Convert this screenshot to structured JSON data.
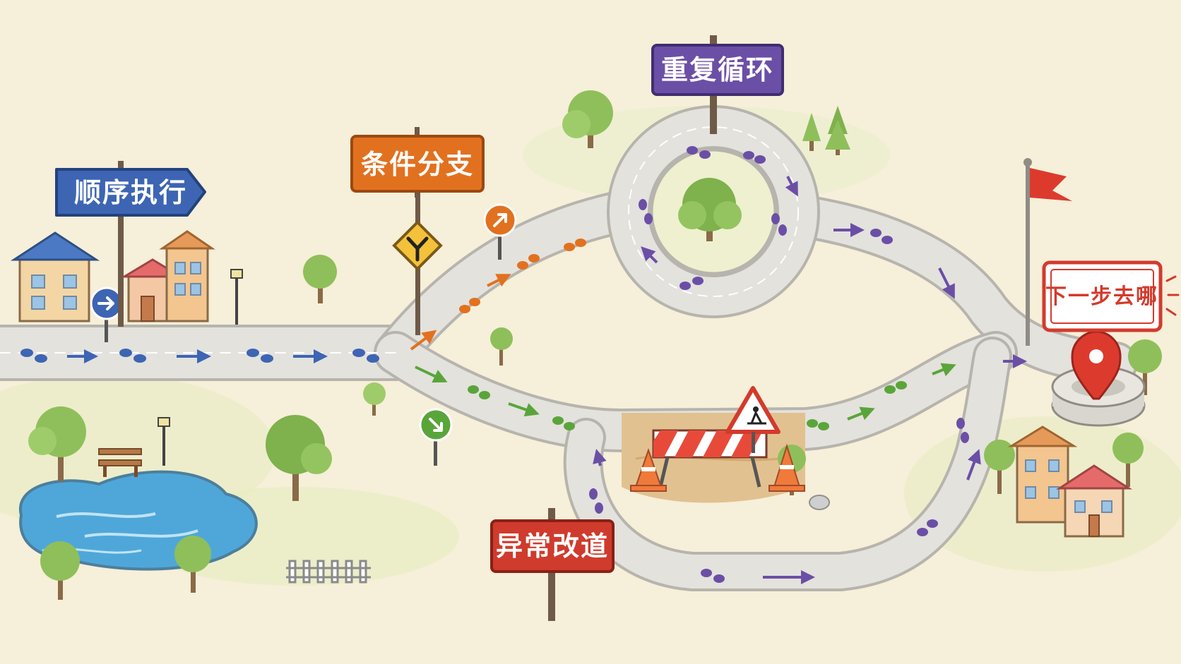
{
  "signs": {
    "sequential": "顺序执行",
    "branch": "条件分支",
    "loop": "重复循环",
    "exception": "异常改道",
    "next": "下一步去哪"
  },
  "colors": {
    "sequential": "#3d65b3",
    "branch": "#e2711f",
    "loop": "#6b4fa6",
    "exception": "#cf3b2c",
    "next_border": "#d33a2c",
    "road": "#e3e2dd",
    "grass": "#8fbf5a",
    "water": "#4fa7d9"
  },
  "icons": {
    "straight": "arrow-right-icon",
    "branch": "fork-icon",
    "up_right": "arrow-up-right-icon",
    "down_right": "arrow-down-right-icon",
    "construction": "worker-warning-icon",
    "destination": "map-pin-icon",
    "goal": "red-flag-icon"
  }
}
